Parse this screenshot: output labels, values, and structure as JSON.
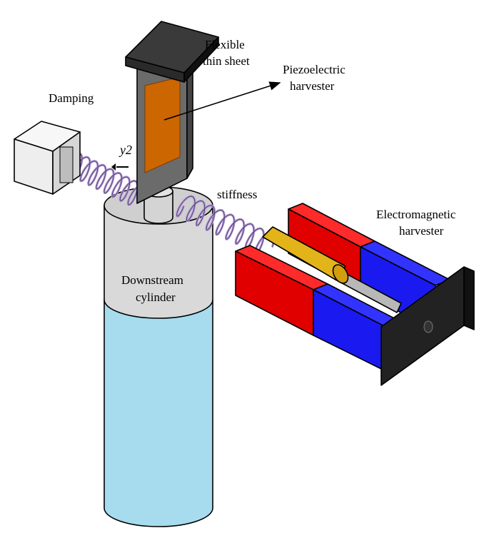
{
  "labels": {
    "flexible_line1": "Flexible",
    "flexible_line2": "thin sheet",
    "piezo_line1": "Piezoelectric",
    "piezo_line2": "harvester",
    "damping": "Damping",
    "y2": "y2",
    "stiffness": "stiffness",
    "em_line1": "Electromagnetic",
    "em_line2": "harvester",
    "cyl_line1": "Downstream",
    "cyl_line2": "cylinder"
  },
  "colors": {
    "cylinder_top": "#d9d9d9",
    "cylinder_bottom": "#a6dcee",
    "sheet_frame": "#6b6b6b",
    "piezo_patch": "#cc6600",
    "clamp_bar": "#2a2a2a",
    "spring": "#b49ad6",
    "magnet_red": "#e00000",
    "magnet_blue": "#1a1af0",
    "coil": "#e3b31a",
    "rod": "#b8b8b8",
    "end_plate": "#222222",
    "damper_box": "#eeeeee"
  }
}
